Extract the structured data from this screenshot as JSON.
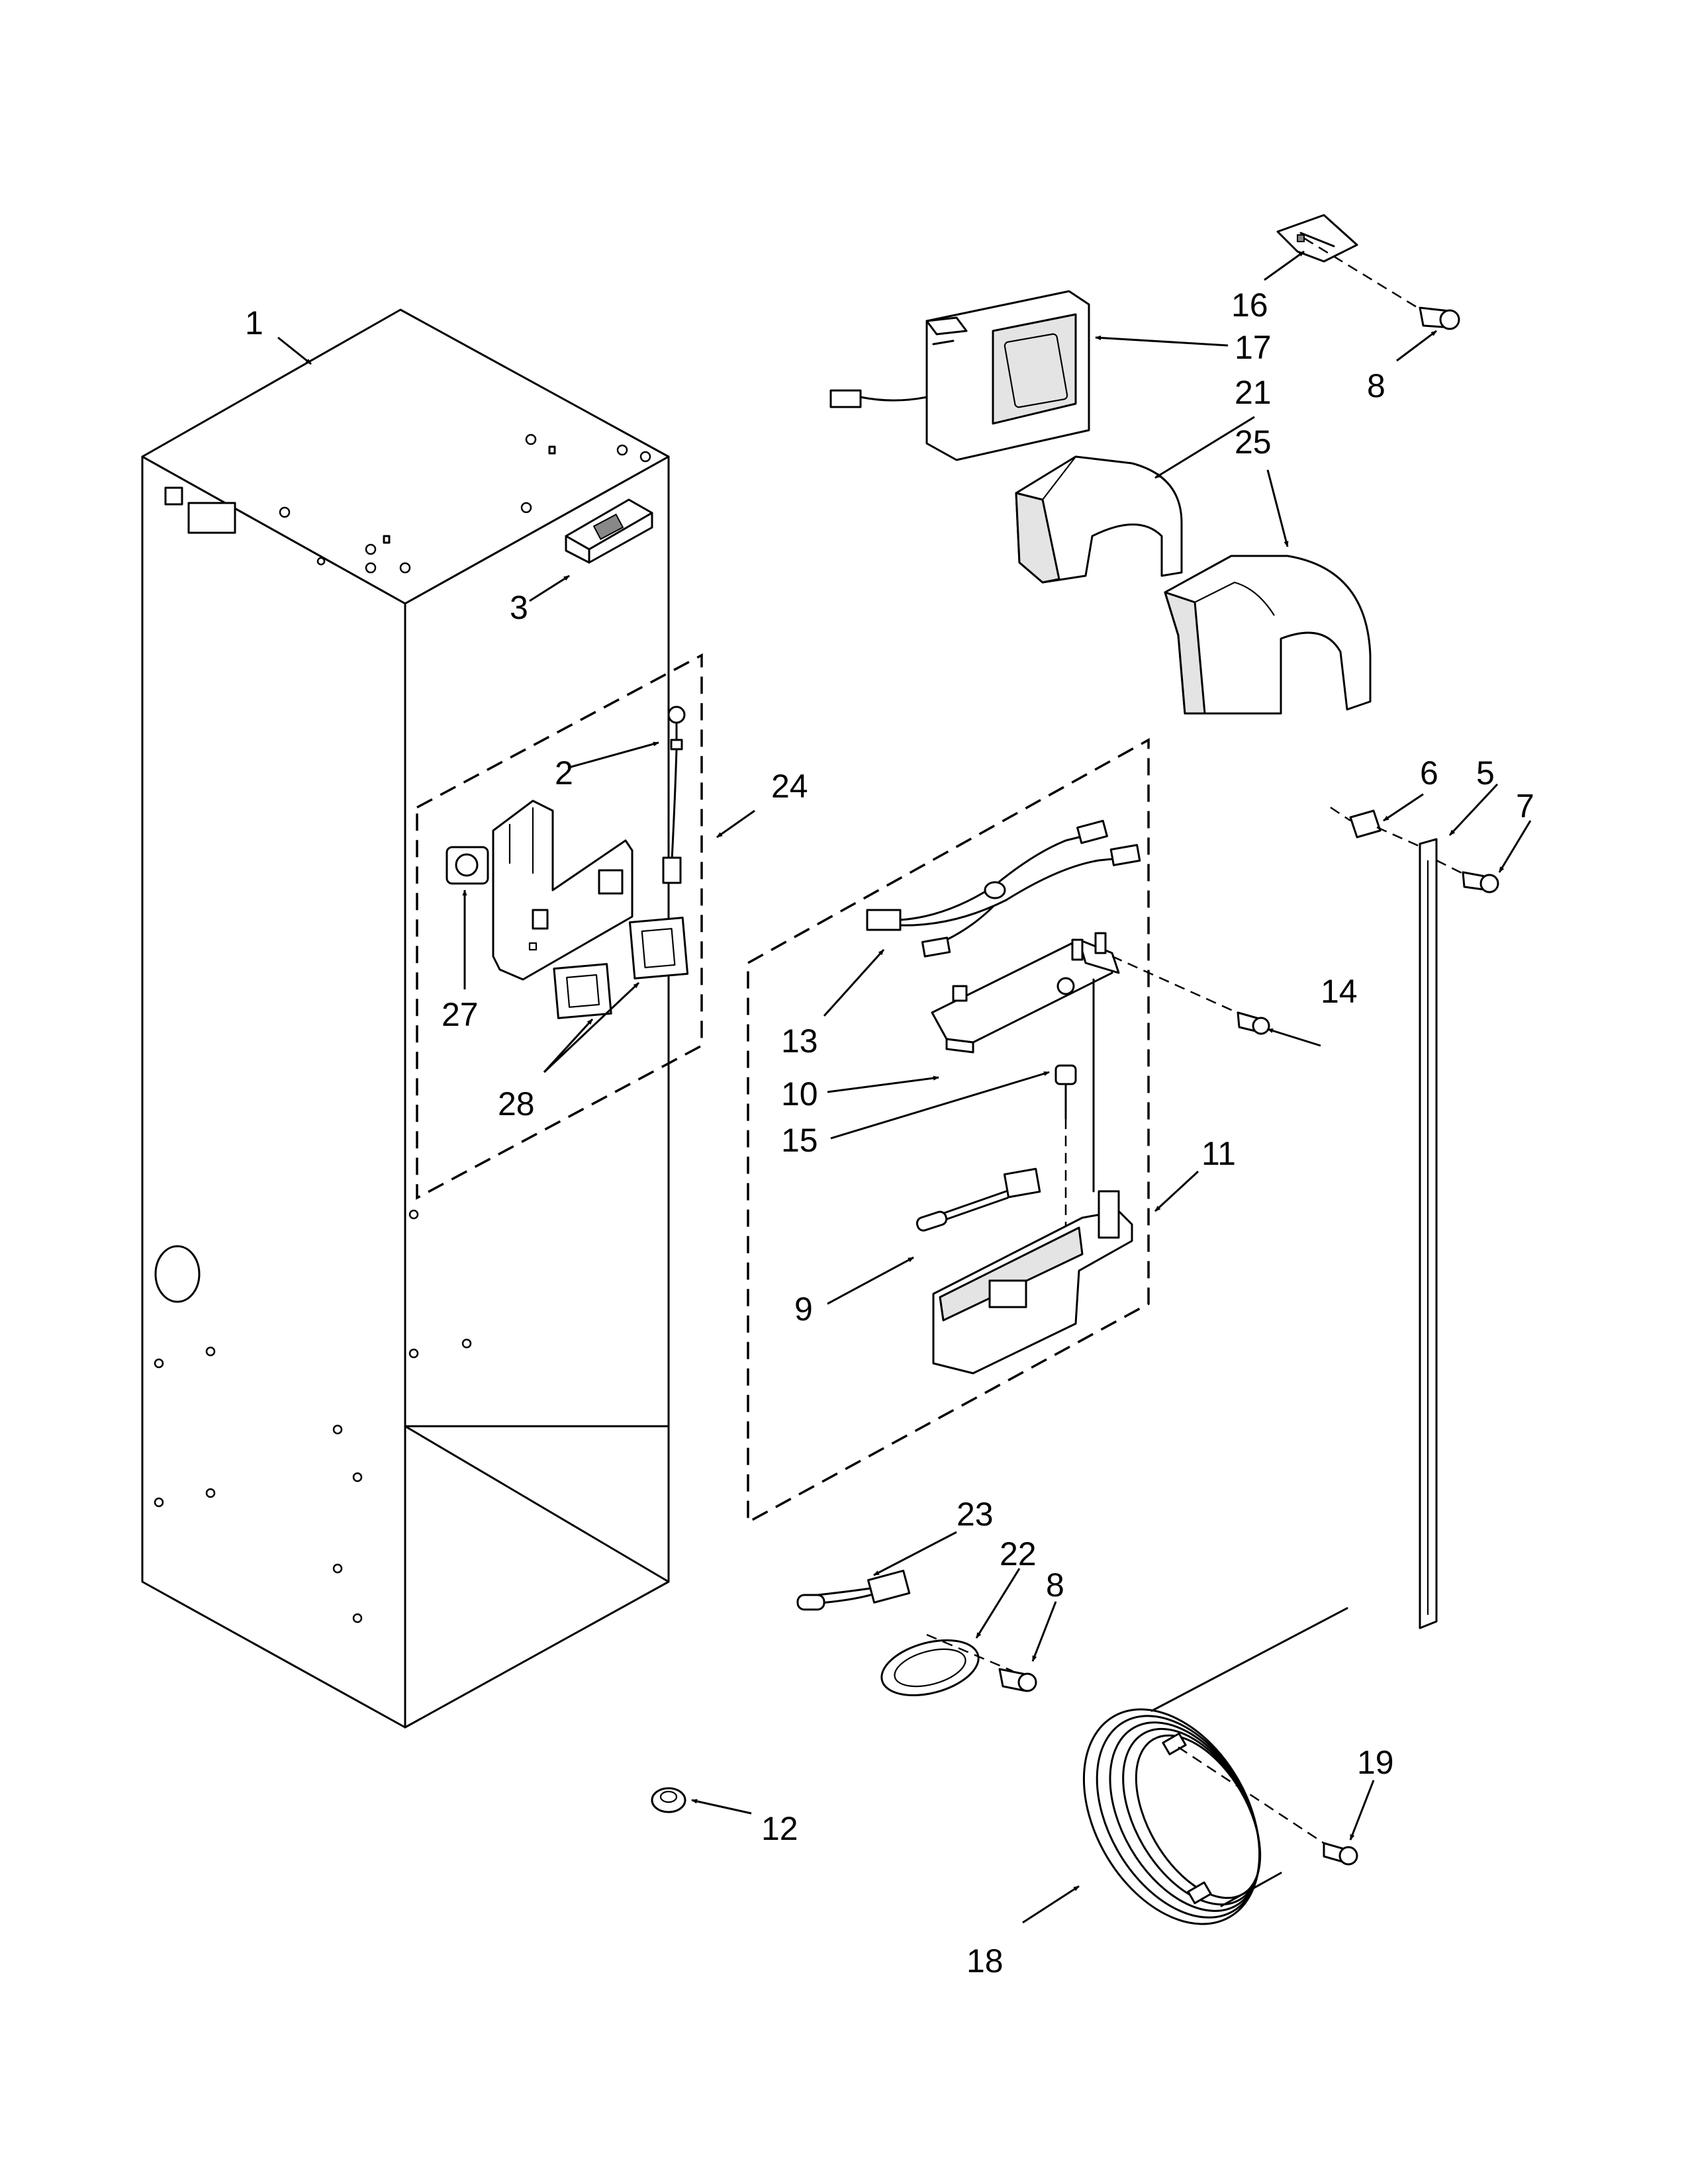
{
  "callouts": {
    "c1": "1",
    "c2": "2",
    "c3": "3",
    "c5": "5",
    "c6": "6",
    "c7": "7",
    "c8a": "8",
    "c8b": "8",
    "c9": "9",
    "c10": "10",
    "c11": "11",
    "c12": "12",
    "c13": "13",
    "c14": "14",
    "c15": "15",
    "c16": "16",
    "c17": "17",
    "c18": "18",
    "c19": "19",
    "c21": "21",
    "c22": "22",
    "c23": "23",
    "c24": "24",
    "c25": "25",
    "c27": "27",
    "c28": "28"
  }
}
